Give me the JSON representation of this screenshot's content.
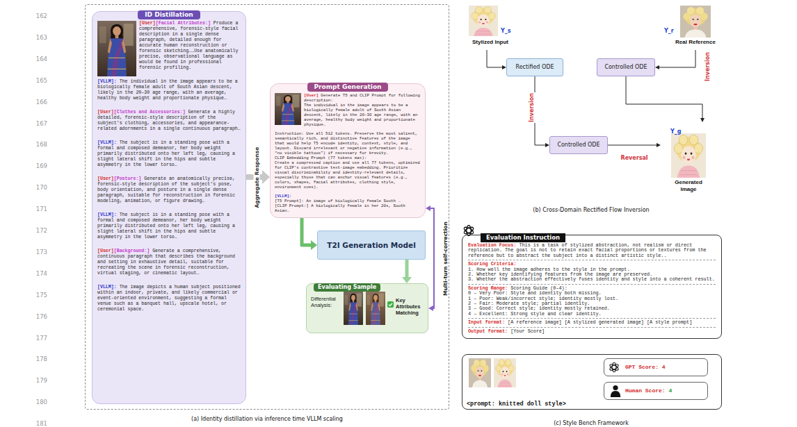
{
  "diagram": {
    "nodes": [
      {
        "text": [
          "(a) Identity distillation via inference time VLLM scaling"
        ]
      },
      {
        "text": [
          "ID Distillation",
          "[User]",
          "[Facial Attributes:]",
          "Produce a comprehensive, forensic-style facial description in a single dense paragraph, detailed enough for accurate human reconstruction or forensic sketching……Use anatomically precise, observational language as would be found in professional forensic profiling.",
          "[VLLM]:",
          "The individual in the image appears to be a biologically female adult of South Asian descent, likely in the 20–30 age range, with an average, healthy body weight and proportionate physique…",
          "[User]",
          "[Clothes and Accessories:]",
          "Generate a highly detailed, forensic-style description of the subject's clothing, accessories, and appearance-related adornments in a single continuous paragraph…",
          "[VLLM]:",
          "The subject is in a standing pose with a formal and composed demeanor, her body weight primarily distributed onto her left leg, causing a slight lateral shift in the hips and subtle asymmetry in the lower torso…",
          "[User]",
          "[Posture:]",
          "Generate an anatomically precise, forensic-style description of the subject's pose, body orientation, and posture in a single dense paragraph, suitable for reconstruction in forensic modeling, animation, or figure drawing…",
          "[VLLM]:",
          "The subject is in a standing pose with a formal and composed demeanor, her body weight primarily distributed onto her left leg, causing a slight lateral shift in the hips and subtle asymmetry in the lower torso…",
          "[User]",
          "[Background:]",
          "Generate a comprehensive, continuous paragraph that describes the background and setting in exhaustive detail, suitable for recreating the scene in forensic reconstruction, virtual staging, or cinematic layout…",
          "[VLLM]:",
          "The image depicts a human subject positioned within an indoor, private, and likely commercial or event-oriented environment, suggesting a formal venue such as a banquet hall, upscale hotel, or ceremonial space."
        ],
        "in": 0
      },
      {
        "text": [
          "Prompt Generation",
          "[User]",
          "Generate T5 and CLIP Prompt for following description:",
          "The individual in the image appears to be a biologically female adult of South Asian descent, likely in the 20–30 age range, with an average, healthy body weight and proportionate physique…",
          "Instruction: Use all 512 tokens. Preserve the most salient, semantically rich, and distinctive features of the image that would help T5 encode identity, context, style, and layout. Discard irrelevant or negative information (e.g., “no visible tattoos”) if necessary for brevity.",
          "CLIP Embedding Prompt (77 tokens max):",
          "Create a compressed caption and use all 77 tokens, optimized for CLIP's contrastive text-image embedding. Prioritize visual discriminability and identity-relevant details, especially those that can anchor visual features (e.g., colors, shapes, facial attributes, clothing style, environment cues).",
          "[VLLM]:",
          "[T5 Prompt]: An image of biologically female South …",
          "[CLIP Prompt:] A biologically female in her 20s, South Asian…"
        ],
        "in": 0
      },
      {
        "text": [
          "T2I Generation Model"
        ],
        "in": 0
      },
      {
        "text": [
          "Evaluating Sample",
          "Differential Analysis:",
          "Key Attributes Matching"
        ],
        "in": 0
      },
      {
        "text": [
          "Y_s",
          "Stylized Input"
        ]
      },
      {
        "text": [
          "Y_r",
          "Real Reference"
        ]
      },
      {
        "text": [
          "Rectified ODE"
        ]
      },
      {
        "text": [
          "Controlled ODE"
        ]
      },
      {
        "text": [
          "Controlled ODE"
        ]
      },
      {
        "text": [
          "Y_g",
          "Generated Image"
        ]
      },
      {
        "text": [
          "Evaluation Instruction",
          "Evaluation Focus:",
          "This is a task of stylized abstraction, not realism or direct replication. The goal is not to retain exact facial proportions or textures from the reference but to abstract the subject into a distinct artistic style..",
          "Scoring Criteria:",
          "1. How well the image adheres to the style in the prompt.",
          "2. Whether key identifying features from the image are preserved.",
          "3. Whether the abstraction effectively fuses identity and style into a coherent result.",
          "Scoring Range:",
          "Scoring Guide (0–4):",
          "0 – Very Poor: Style and identity both missing.",
          "1 – Poor: Weak/incorrect style; identity mostly lost.",
          "2 – Fair: Moderate style; partial identity.",
          "3 – Good: Correct style; identity mostly retained.",
          "4 – Excellent: Strong style and clear identity.",
          "Input format:",
          "[A reference image] [A stylized generated image] [A style prompt]",
          "Output format:",
          "[Your Score]"
        ]
      },
      {
        "text": [
          "<prompt: knitted doll style>"
        ]
      },
      {
        "text": [
          "GPT Score:",
          "4"
        ],
        "in": 12
      },
      {
        "text": [
          "Human Score:",
          "4"
        ],
        "in": 12
      }
    ],
    "edges": [
      {
        "from": 1,
        "to": 2,
        "label": "Aggregate Response",
        "arrow": "to"
      },
      {
        "from": 2,
        "to": 3,
        "arrow": "to"
      },
      {
        "from": 3,
        "to": 4,
        "arrow": "to"
      },
      {
        "from": 2,
        "to": 4,
        "label": "Multi-turn self-correction",
        "arrow": "both"
      },
      {
        "from": 5,
        "to": 7,
        "arrow": "to"
      },
      {
        "from": 6,
        "to": 8,
        "label": "Inversion",
        "arrow": "to"
      },
      {
        "from": 7,
        "to": 9,
        "label": "Inversion",
        "arrow": "to"
      },
      {
        "from": 8,
        "to": 10,
        "arrow": "to"
      },
      {
        "from": 9,
        "to": 10,
        "label": "Reversal",
        "arrow": "to"
      }
    ],
    "labels": [
      "162",
      "163",
      "164",
      "165",
      "166",
      "167",
      "168",
      "169",
      "170",
      "171",
      "172",
      "173",
      "174",
      "175",
      "176",
      "177",
      "178",
      "179",
      "180",
      "181",
      "(b) Cross-Domain Rectified Flow Inversion",
      "(c) Style Bench Framework"
    ]
  }
}
